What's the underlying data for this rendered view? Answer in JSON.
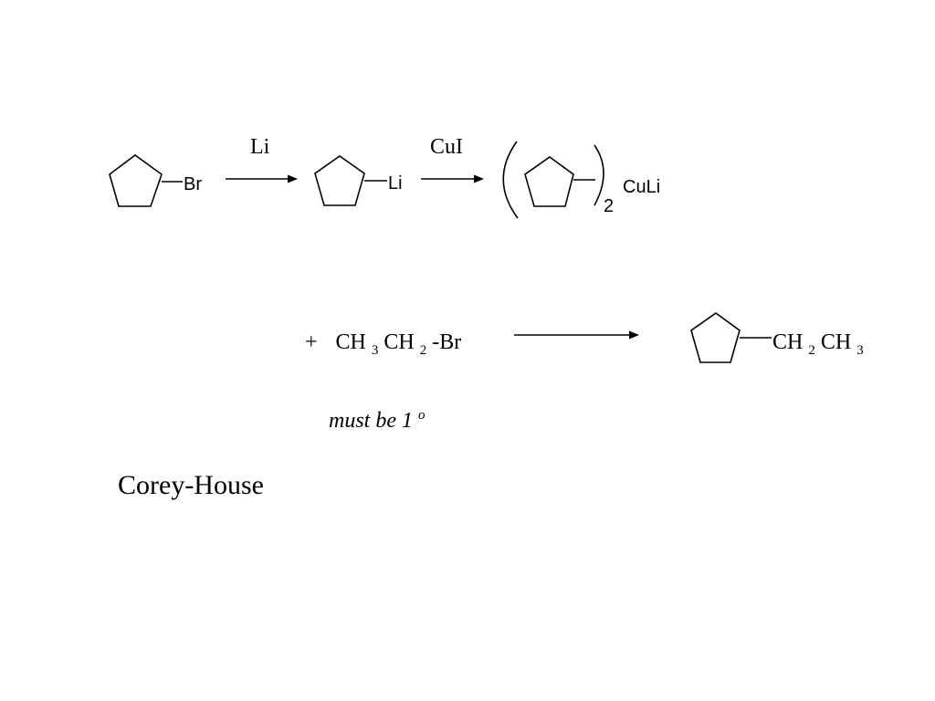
{
  "step1": {
    "substituent": "Br"
  },
  "step2": {
    "reagent": "Li",
    "substituent": "Li"
  },
  "step3": {
    "reagent": "CuI",
    "count": "2",
    "substituent": "CuLi"
  },
  "reagent_add": {
    "plus": "+",
    "p1": "CH",
    "s1": "3",
    "p2": "CH",
    "s2": "2",
    "p3": "-Br"
  },
  "product": {
    "p1": "CH",
    "s1": "2",
    "p2": "CH",
    "s2": "3"
  },
  "note": {
    "text": "must be 1",
    "sup": "o"
  },
  "title": "Corey-House"
}
